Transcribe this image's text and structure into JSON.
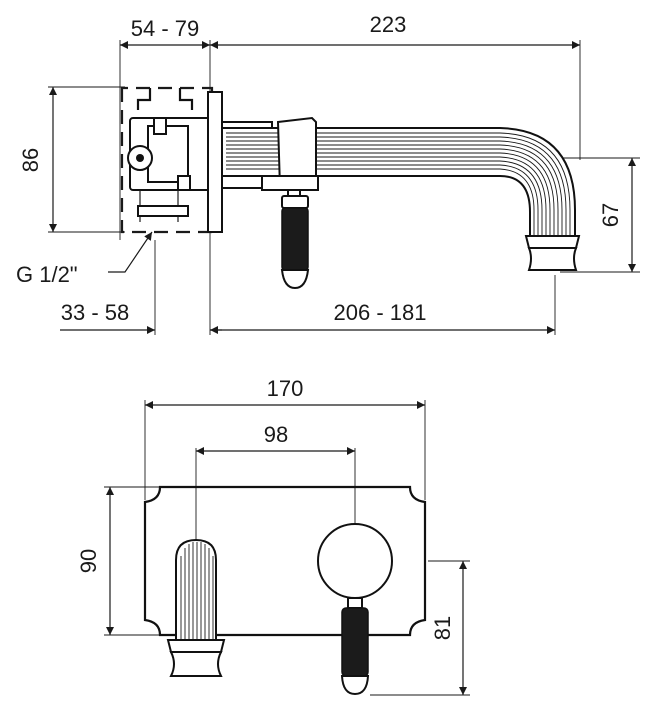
{
  "side_view": {
    "dim_box_width": "54 - 79",
    "dim_total_length": "223",
    "dim_body_height": "86",
    "dim_spout_height": "67",
    "dim_thread": "G 1/2\"",
    "dim_wall_depth": "33 - 58",
    "dim_projection": "206 - 181"
  },
  "front_view": {
    "dim_plate_width": "170",
    "dim_center_distance": "98",
    "dim_plate_height": "90",
    "dim_handle_height": "81"
  }
}
